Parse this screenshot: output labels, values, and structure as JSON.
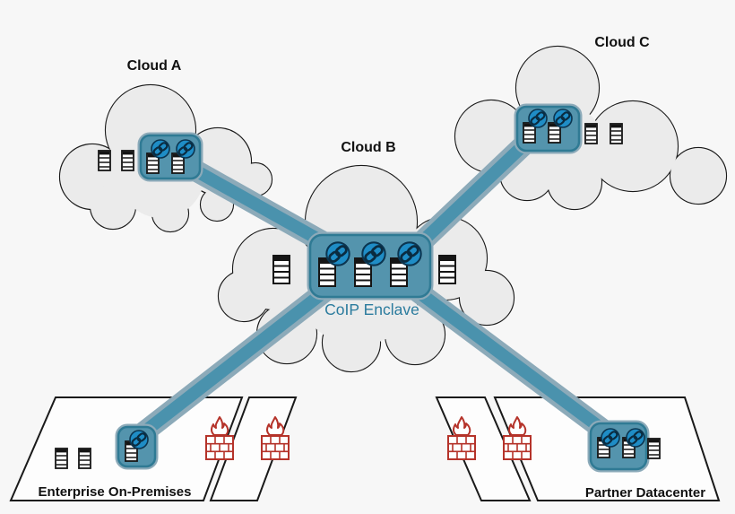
{
  "theme": {
    "background": "#F7F7F7",
    "cloud_fill": "#EBEBEB",
    "outline": "#1A1A1A",
    "panel_fill": "#FDFDFD",
    "accent_teal": "#4A92AD",
    "accent_halo": "#8CAAB9",
    "accent_border": "#2F7A94",
    "enclave_fill": "#5494AD",
    "link_blue": "#1F8DC6",
    "link_glyph": "#0A2C41",
    "firewall_red": "#B5332A",
    "enclave_text": "#2C7C9E",
    "label_color": "#111111"
  },
  "diagram": {
    "clouds": [
      {
        "label": "Cloud A",
        "servers_total": 4,
        "servers_in_enclave_pod": 2
      },
      {
        "label": "Cloud B",
        "enclave_label": "CoIP Enclave",
        "servers_total": 5,
        "servers_in_enclave_pod": 3
      },
      {
        "label": "Cloud C",
        "servers_total": 4,
        "servers_in_enclave_pod": 2
      }
    ],
    "sites": [
      {
        "label": "Enterprise On-Premises",
        "servers_total": 3,
        "servers_in_enclave_pod": 1,
        "firewalls": 2
      },
      {
        "label": "Partner Datacenter",
        "servers_total": 3,
        "servers_in_enclave_pod": 2,
        "firewalls": 2
      }
    ],
    "connections": [
      {
        "from": "CoIP Enclave",
        "to": "Cloud A"
      },
      {
        "from": "CoIP Enclave",
        "to": "Cloud C"
      },
      {
        "from": "CoIP Enclave",
        "to": "Enterprise On-Premises"
      },
      {
        "from": "CoIP Enclave",
        "to": "Partner Datacenter"
      }
    ],
    "icons": [
      "cloud-shape",
      "server-icon",
      "link-icon",
      "firewall-icon"
    ]
  }
}
